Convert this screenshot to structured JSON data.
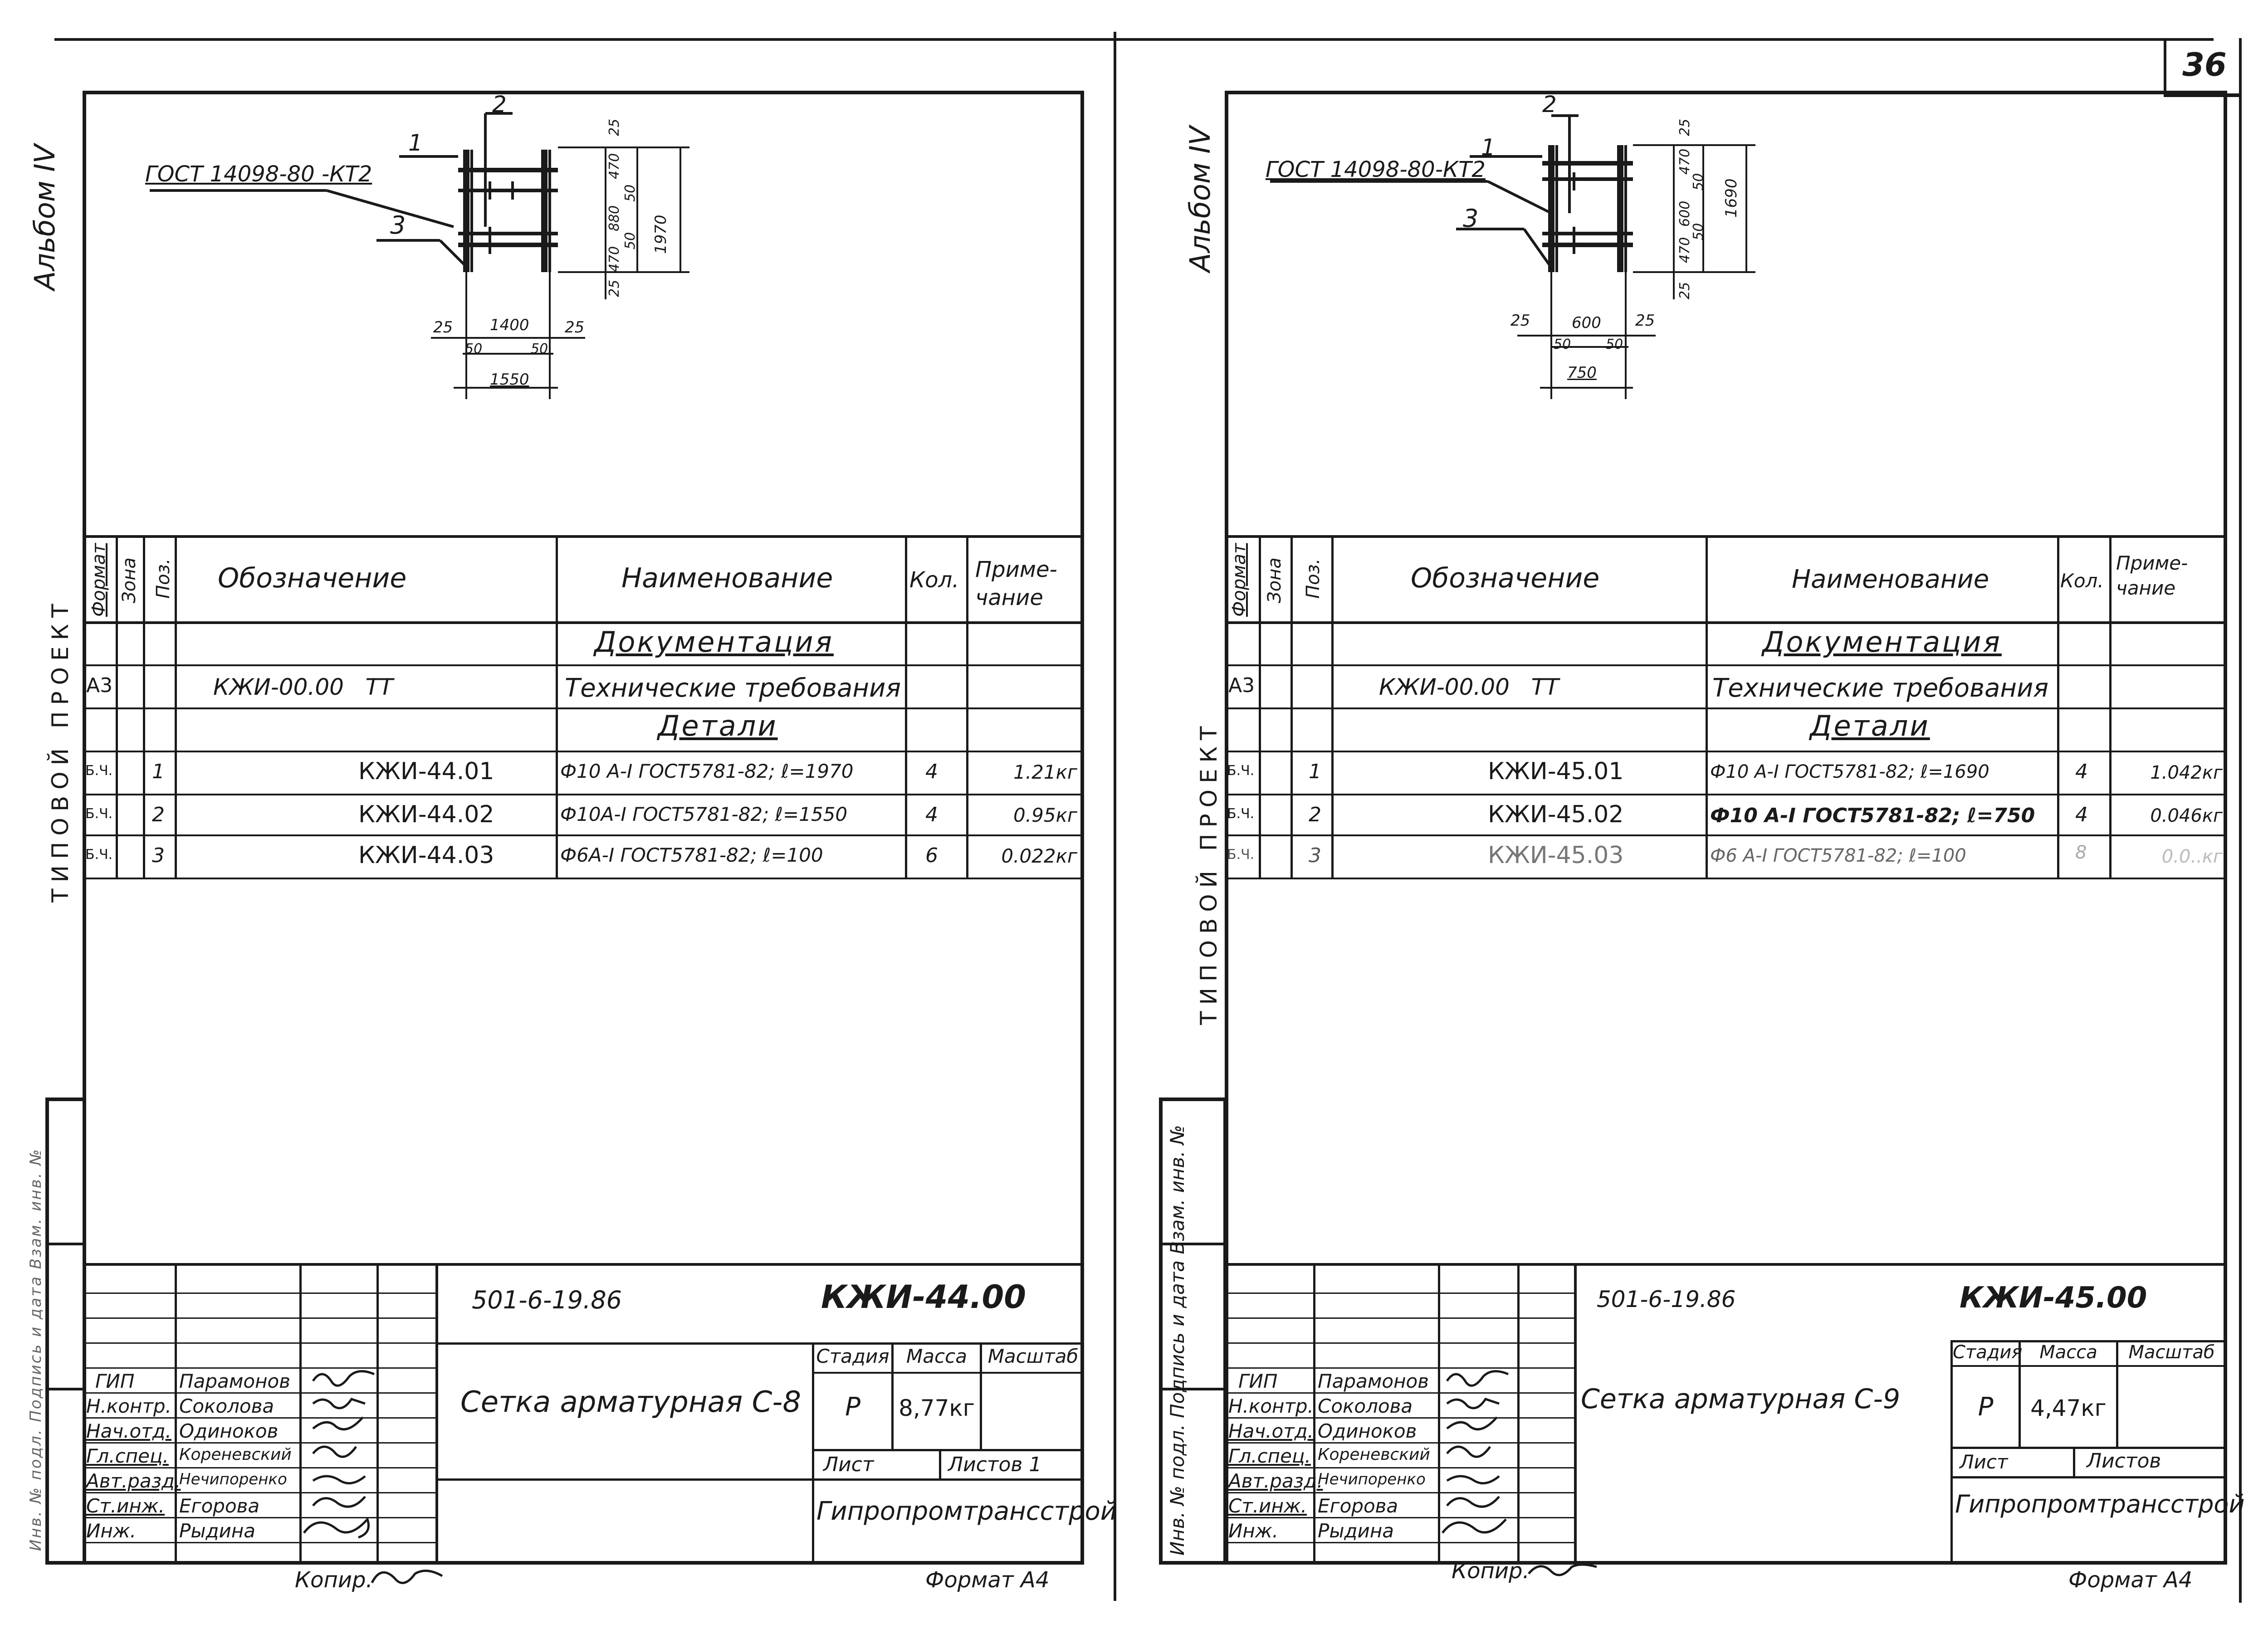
{
  "sheet_number": "36",
  "left": {
    "album": "Альбом IV",
    "series_stamp": "ТИПОВОЙ ПРОЕКТ",
    "side_caption": "Инв. № подл. Подпись и дата Взам. инв. №",
    "drawing": {
      "gost_label": "ГОСТ 14098-80 -КТ2",
      "pos": [
        "1",
        "2",
        "3"
      ],
      "dims_h": {
        "a": "25",
        "b": "1400",
        "c": "25",
        "d": "50",
        "e": "50",
        "total": "1550"
      },
      "dims_v": {
        "a": "25",
        "b": "470",
        "c": "50",
        "d": "880",
        "e": "50",
        "f": "470",
        "g": "25",
        "total": "1970"
      }
    },
    "table": {
      "headers": {
        "format": "Формат",
        "zone": "Зона",
        "pos": "Поз.",
        "designation": "Обозначение",
        "name": "Наименование",
        "qty": "Кол.",
        "note": "Приме-\nчание"
      },
      "section_docs": "Документация",
      "doc_row": {
        "format": "А3",
        "designation": "КЖИ-00.00   ТТ",
        "name": "Технические требования"
      },
      "section_parts": "Детали",
      "rows": [
        {
          "format": "Б.Ч.",
          "pos": "1",
          "designation": "КЖИ-44.01",
          "name": "Ф10 А-I ГОСТ5781-82; ℓ=1970",
          "qty": "4",
          "note": "1.21кг"
        },
        {
          "format": "Б.Ч.",
          "pos": "2",
          "designation": "КЖИ-44.02",
          "name": "Ф10А-I ГОСТ5781-82; ℓ=1550",
          "qty": "4",
          "note": "0.95кг"
        },
        {
          "format": "Б.Ч.",
          "pos": "3",
          "designation": "КЖИ-44.03",
          "name": "Ф6А-I ГОСТ5781-82; ℓ=100",
          "qty": "6",
          "note": "0.022кг"
        }
      ]
    },
    "title_block": {
      "project_code": "501-6-19.86",
      "drawing_code": "КЖИ-44.00",
      "title": "Сетка арматурная С-8",
      "stage_label": "Стадия",
      "mass_label": "Масса",
      "scale_label": "Масштаб",
      "stage": "Р",
      "mass": "8,77кг",
      "sheet_label": "Лист",
      "sheets_label": "Листов 1",
      "org": "Гипропромтрансстрой",
      "roles": [
        "ГИП",
        "Н.контр.",
        "Нач.отд.",
        "Гл.спец.",
        "Авт.разд.",
        "Ст.инж.",
        "Инж."
      ],
      "names": [
        "Парамонов",
        "Соколова",
        "Одиноков",
        "Кореневский",
        "Нечипоренко",
        "Егорова",
        "Рыдина"
      ]
    },
    "copy_label": "Копир.",
    "format_label": "Формат А4"
  },
  "right": {
    "album": "Альбом IV",
    "series_stamp": "ТИПОВОЙ ПРОЕКТ",
    "side_caption": "Инв. № подл. Подпись и дата Взам. инв. №",
    "drawing": {
      "gost_label": "ГОСТ 14098-80-КТ2",
      "pos": [
        "1",
        "2",
        "3"
      ],
      "dims_h": {
        "a": "25",
        "b": "600",
        "c": "25",
        "d": "50",
        "e": "50",
        "total": "750"
      },
      "dims_v": {
        "a": "25",
        "b": "470",
        "c": "50",
        "d": "600",
        "e": "50",
        "f": "470",
        "g": "25",
        "total": "1690"
      }
    },
    "table": {
      "headers": {
        "format": "Формат",
        "zone": "Зона",
        "pos": "Поз.",
        "designation": "Обозначение",
        "name": "Наименование",
        "qty": "Кол.",
        "note": "Приме-\nчание"
      },
      "section_docs": "Документация",
      "doc_row": {
        "format": "А3",
        "designation": "КЖИ-00.00   ТТ",
        "name": "Технические требования"
      },
      "section_parts": "Детали",
      "rows": [
        {
          "format": "Б.Ч.",
          "pos": "1",
          "designation": "КЖИ-45.01",
          "name": "Ф10 А-I ГОСТ5781-82; ℓ=1690",
          "qty": "4",
          "note": "1.042кг"
        },
        {
          "format": "Б.Ч.",
          "pos": "2",
          "designation": "КЖИ-45.02",
          "name": "Ф10 А-I ГОСТ5781-82; ℓ=750",
          "qty": "4",
          "note": "0.046кг"
        },
        {
          "format": "Б.Ч.",
          "pos": "3",
          "designation": "КЖИ-45.03",
          "name": "Ф6 А-I ГОСТ5781-82; ℓ=100",
          "qty": "8",
          "note": "0.0..кг"
        }
      ]
    },
    "title_block": {
      "project_code": "501-6-19.86",
      "drawing_code": "КЖИ-45.00",
      "title": "Сетка арматурная С-9",
      "stage_label": "Стадия",
      "mass_label": "Масса",
      "scale_label": "Масштаб",
      "stage": "Р",
      "mass": "4,47кг",
      "sheet_label": "Лист",
      "sheets_label": "Листов",
      "org": "Гипропромтрансстрой",
      "roles": [
        "ГИП",
        "Н.контр.",
        "Нач.отд.",
        "Гл.спец.",
        "Авт.разд.",
        "Ст.инж.",
        "Инж."
      ],
      "names": [
        "Парамонов",
        "Соколова",
        "Одиноков",
        "Кореневский",
        "Нечипоренко",
        "Егорова",
        "Рыдина"
      ]
    },
    "copy_label": "Копир.",
    "format_label": "Формат А4"
  }
}
